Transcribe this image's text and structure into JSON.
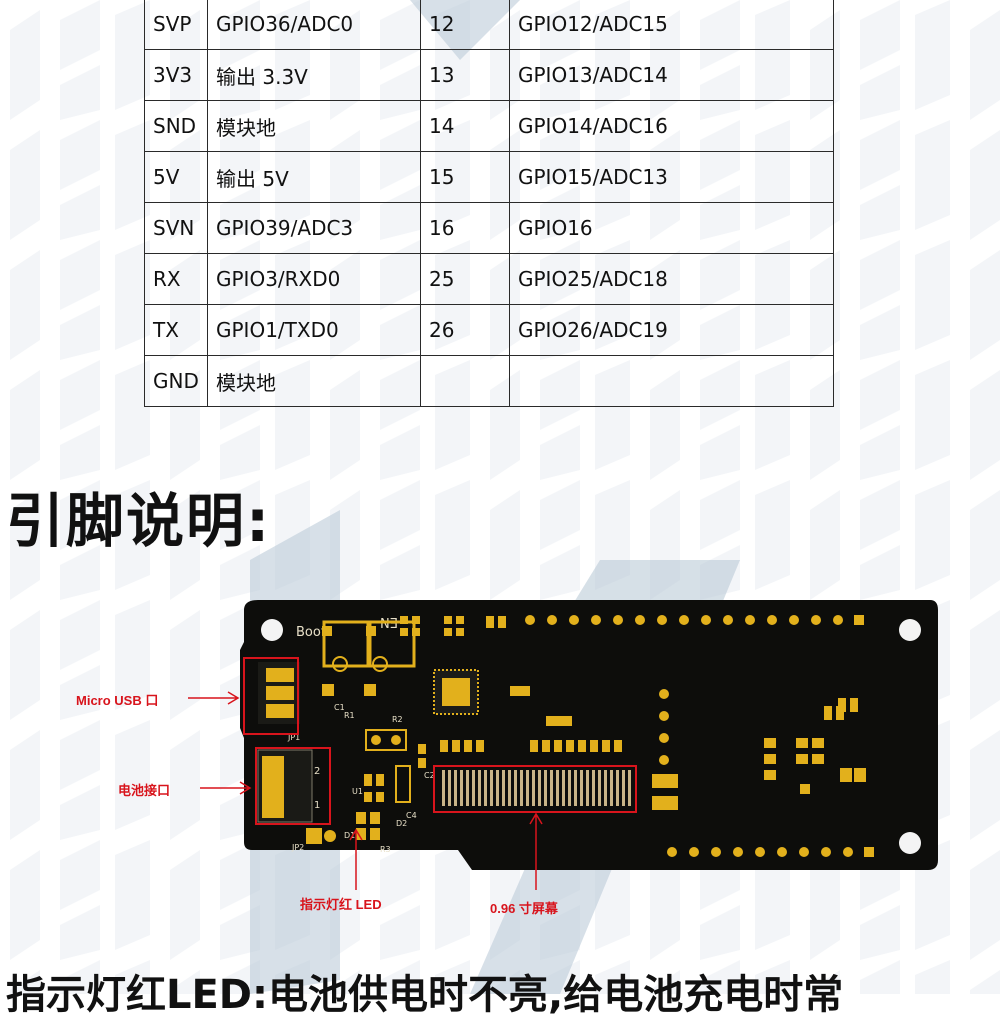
{
  "pin_table": {
    "rows": [
      [
        "SVP",
        "GPIO36/ADC0",
        "12",
        "GPIO12/ADC15"
      ],
      [
        "3V3",
        "输出 3.3V",
        "13",
        "GPIO13/ADC14"
      ],
      [
        "SND",
        "模块地",
        "14",
        "GPIO14/ADC16"
      ],
      [
        "5V",
        "输出 5V",
        "15",
        "GPIO15/ADC13"
      ],
      [
        "SVN",
        "GPIO39/ADC3",
        "16",
        "GPIO16"
      ],
      [
        "RX",
        "GPIO3/RXD0",
        "25",
        "GPIO25/ADC18"
      ],
      [
        "TX",
        "GPIO1/TXD0",
        "26",
        "GPIO26/ADC19"
      ],
      [
        "GND",
        "模块地",
        "",
        ""
      ]
    ]
  },
  "section_heading": "引脚说明:",
  "board": {
    "silkscreen_boot": "Boot",
    "silkscreen_en": "EN",
    "silkscreen_jp1": "JP1",
    "silkscreen_jp2": "JP2",
    "silkscreen_u1": "U1",
    "silkscreen_d1": "D1",
    "silkscreen_c1": "C1",
    "silkscreen_r1": "R1",
    "silkscreen_r2": "R2",
    "silkscreen_r3": "R3",
    "silkscreen_c4": "C4",
    "silkscreen_d2": "D2",
    "silkscreen_c2": "C2",
    "silkscreen_2": "2",
    "silkscreen_1": "1"
  },
  "annotations": {
    "micro_usb": "Micro USB 口",
    "battery": "电池接口",
    "led": "指示灯红 LED",
    "screen": "0.96 寸屏幕"
  },
  "bottom_text": "指示灯红LED:电池供电时不亮,给电池充电时常",
  "colors": {
    "board": "#0d0d0b",
    "pad": "#e2b01c",
    "annotation_red": "#d8141c",
    "watermark": "#b6c7d5"
  }
}
